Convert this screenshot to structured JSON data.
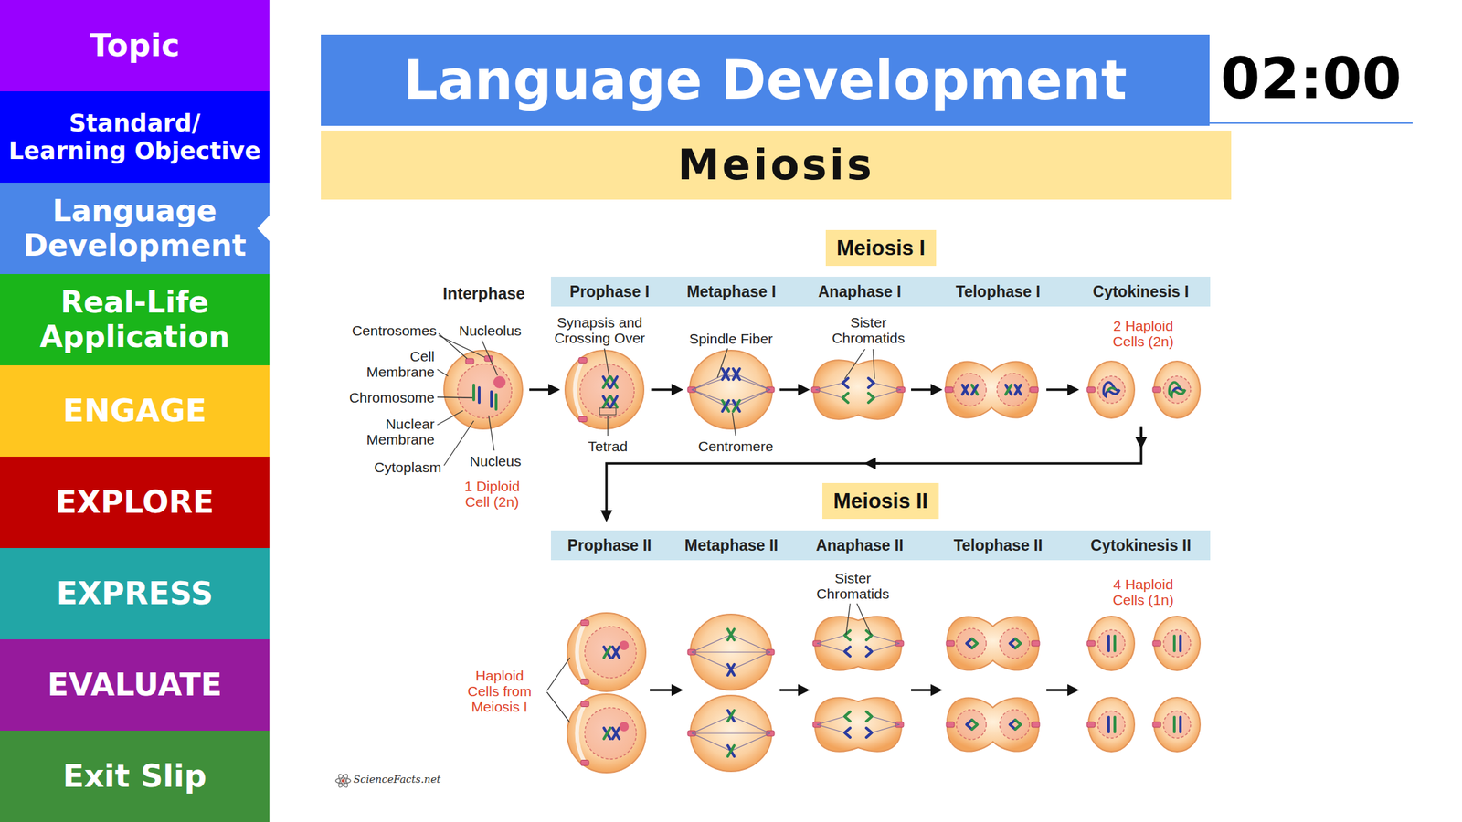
{
  "diagram": {
    "nodes": [
      {
        "text": [
          "Topic"
        ]
      },
      {
        "text": [
          "Standard/ Learning Objective"
        ]
      },
      {
        "text": [
          "Language Development"
        ]
      },
      {
        "text": [
          "Real-Life Application"
        ]
      },
      {
        "text": [
          "ENGAGE"
        ]
      },
      {
        "text": [
          "EXPLORE"
        ]
      },
      {
        "text": [
          "EXPRESS"
        ]
      },
      {
        "text": [
          "EVALUATE"
        ]
      },
      {
        "text": [
          "Exit Slip"
        ]
      },
      {
        "text": [
          "Language Development"
        ]
      },
      {
        "text": [
          "02:00"
        ]
      },
      {
        "text": [
          "Meiosis"
        ]
      },
      {
        "text": [
          "Meiosis I"
        ]
      },
      {
        "text": [
          "Prophase I"
        ]
      },
      {
        "text": [
          "Metaphase I"
        ]
      },
      {
        "text": [
          "Anaphase I"
        ]
      },
      {
        "text": [
          "Telophase I"
        ]
      },
      {
        "text": [
          "Cytokinesis I"
        ]
      },
      {
        "text": [
          "Meiosis II"
        ]
      },
      {
        "text": [
          "Prophase II"
        ]
      },
      {
        "text": [
          "Metaphase II"
        ]
      },
      {
        "text": [
          "Anaphase II"
        ]
      },
      {
        "text": [
          "Telophase II"
        ]
      },
      {
        "text": [
          "Cytokinesis II"
        ]
      }
    ],
    "labels": [
      "Interphase",
      "Centrosomes",
      "Nucleolus",
      "Cell Membrane",
      "Chromosome",
      "Nuclear Membrane",
      "Cytoplasm",
      "Nucleus",
      "1 Diploid Cell (2n)",
      "Synapsis and Crossing Over",
      "Tetrad",
      "Spindle Fiber",
      "Centromere",
      "Sister Chromatids",
      "2 Haploid Cells (2n)",
      "Sister Chromatids",
      "4 Haploid Cells (1n)",
      "Haploid Cells from Meiosis I",
      "ScienceFacts.net"
    ]
  }
}
